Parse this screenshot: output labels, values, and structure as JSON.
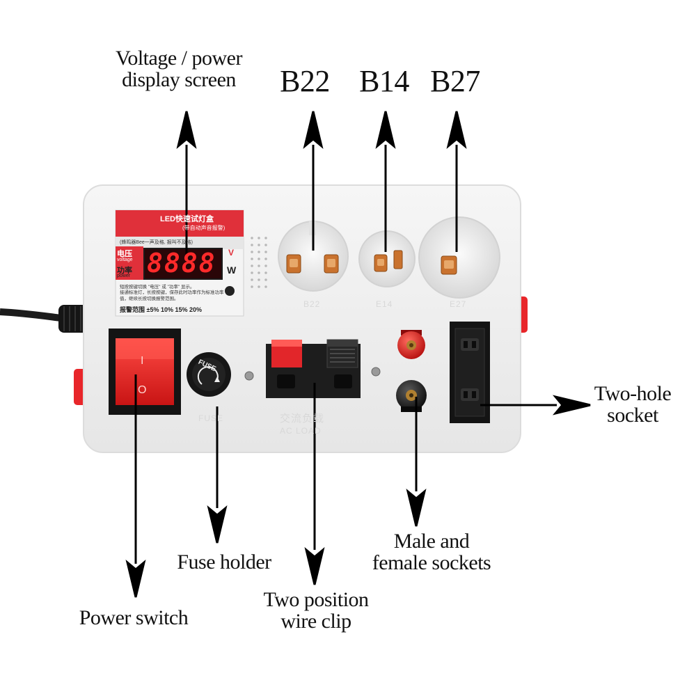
{
  "labels": {
    "display_screen": [
      "Voltage / power",
      "display screen"
    ],
    "b22": "B22",
    "b14": "B14",
    "b27": "B27",
    "two_hole_socket": [
      "Two-hole",
      "socket"
    ],
    "fuse_holder": "Fuse holder",
    "male_female_sockets": [
      "Male and",
      "female sockets"
    ],
    "two_position_wire_clip": [
      "Two position",
      "wire clip"
    ],
    "power_switch": "Power switch"
  },
  "device": {
    "panel_title": "LED快速试灯盒",
    "panel_subtitle": "(带自动声音报警)",
    "buzzer_note": "(蜂鸣器Bee一声及格, 报叫不及格)",
    "voltage_cn": "电压",
    "voltage_en": "voltage",
    "power_cn": "功率",
    "power_en": "power",
    "unit_v": "V",
    "unit_w": "W",
    "digits": "8888",
    "note_1": "短按按键切换 \"电压\" 或 \"功率\" 显示。",
    "note_2": "接通标准灯，长按按键，保存此时功率作为标准功率值，继续长按切换报警范围。",
    "alarm_range": "报警范围 ±5%  10%  15%  20%",
    "socket_b22": "B22",
    "socket_b14": "E14",
    "socket_b27": "E27",
    "switch_on": "I",
    "switch_off": "O",
    "fuse_cap": "FUSE",
    "fuse_label": "FUSE",
    "ac_load_cn": "交流负载",
    "ac_load_en": "AC   LOAD"
  },
  "colors": {
    "red": "#e8262a",
    "panel_red": "#e0303a",
    "body": "#f1f1f1",
    "black": "#1a1a1a"
  }
}
